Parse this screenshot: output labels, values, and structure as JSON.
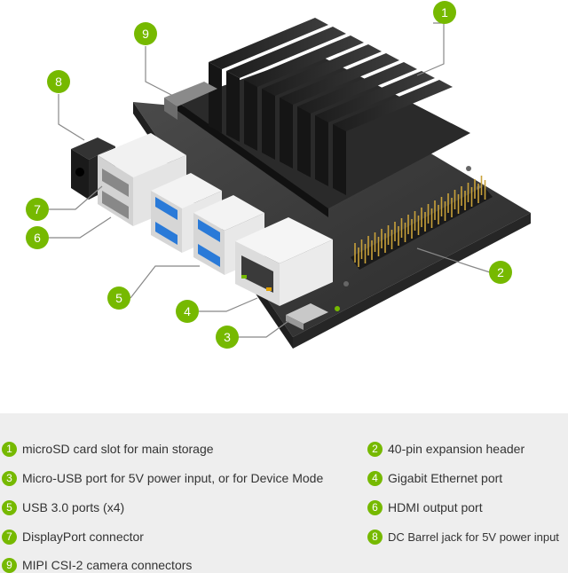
{
  "accent_color": "#76b900",
  "callouts": [
    {
      "number": "1",
      "label": "microSD card slot for main storage"
    },
    {
      "number": "2",
      "label": "40-pin expansion header"
    },
    {
      "number": "3",
      "label": "Micro-USB port for 5V power input, or for Device Mode"
    },
    {
      "number": "4",
      "label": "Gigabit Ethernet port"
    },
    {
      "number": "5",
      "label": "USB 3.0 ports (x4)"
    },
    {
      "number": "6",
      "label": "HDMI output port"
    },
    {
      "number": "7",
      "label": "DisplayPort connector"
    },
    {
      "number": "8",
      "label": "DC Barrel jack for 5V power input"
    },
    {
      "number": "9",
      "label": "MIPI CSI-2 camera connectors"
    }
  ]
}
